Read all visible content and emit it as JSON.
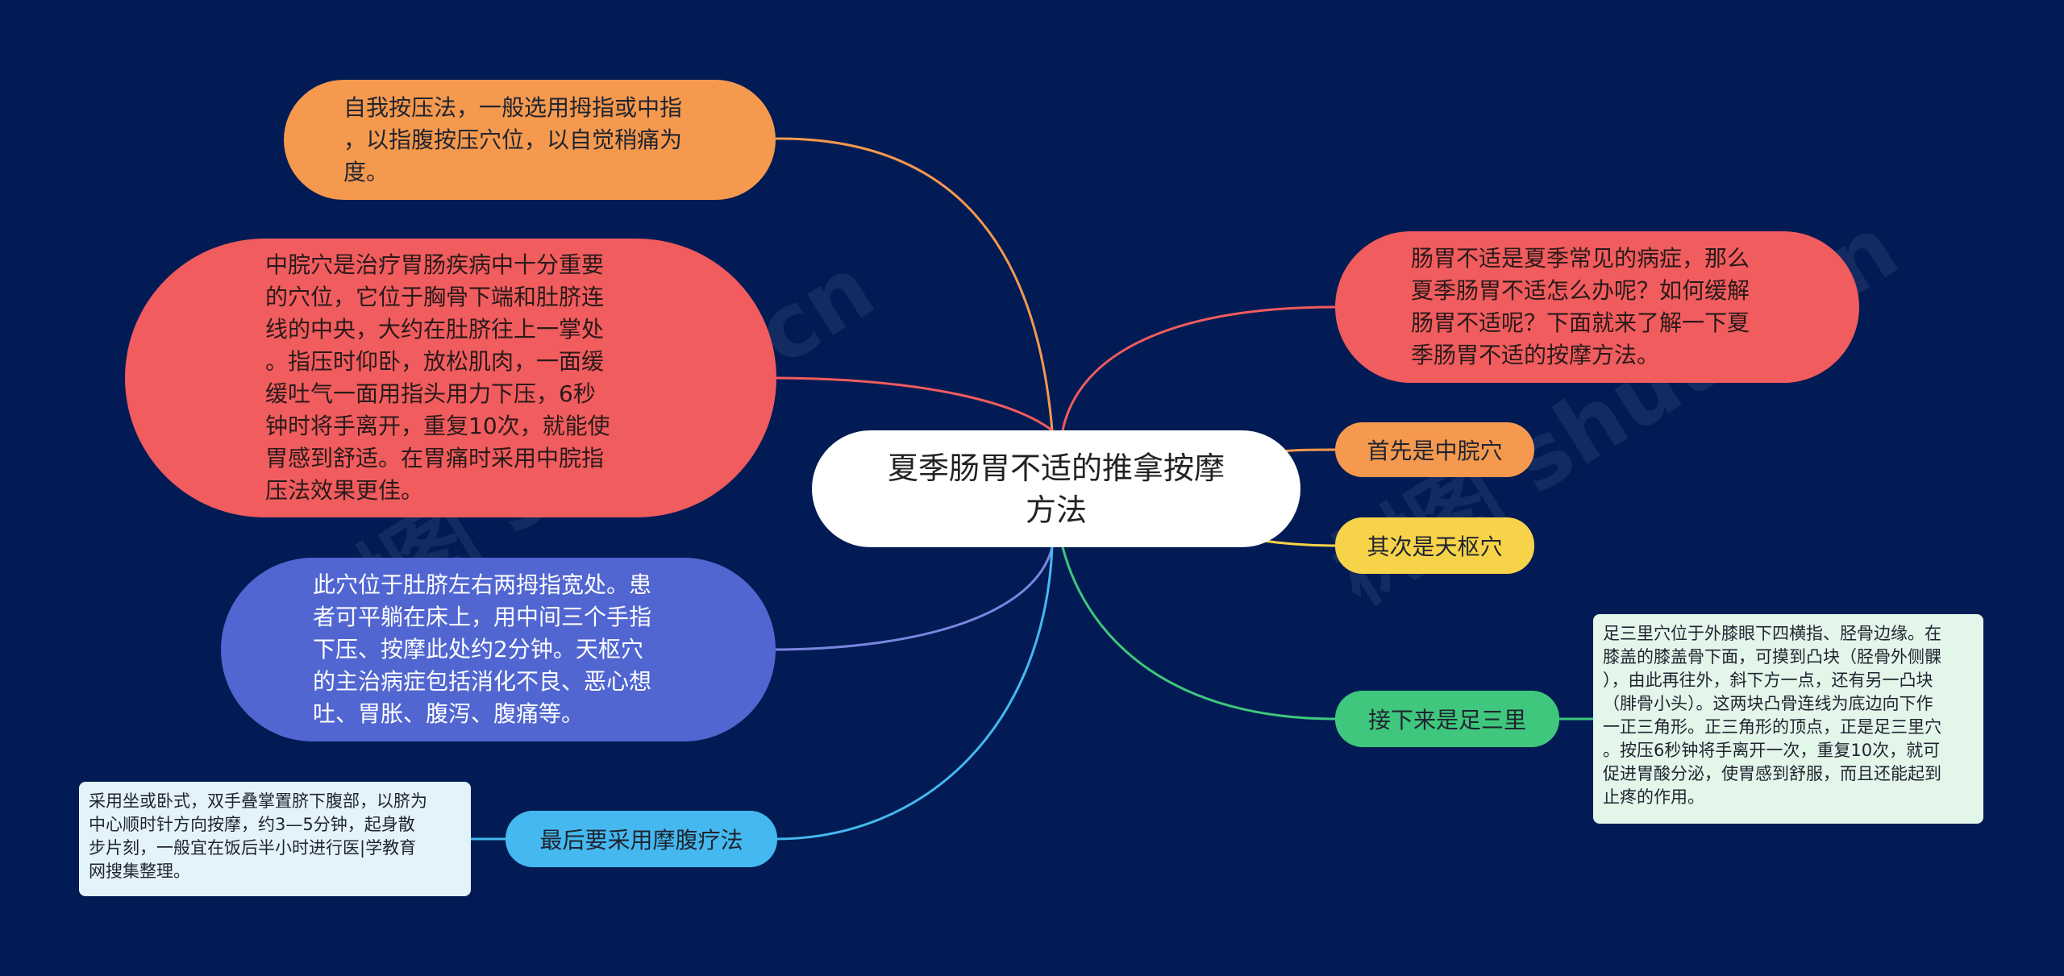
{
  "center": {
    "title": "夏季肠胃不适的推拿按摩\n方法"
  },
  "nodes": {
    "left1": "自我按压法，一般选用拇指或中指\n，以指腹按压穴位，以自觉稍痛为\n度。",
    "left2": "中脘穴是治疗胃肠疾病中十分重要\n的穴位，它位于胸骨下端和肚脐连\n线的中央，大约在肚脐往上一掌处\n。指压时仰卧，放松肌肉，一面缓\n缓吐气一面用指头用力下压，6秒\n钟时将手离开，重复10次，就能使\n胃感到舒适。在胃痛时采用中脘指\n压法效果更佳。",
    "left3": "此穴位于肚脐左右两拇指宽处。患\n者可平躺在床上，用中间三个手指\n下压、按摩此处约2分钟。天枢穴\n的主治病症包括消化不良、恶心想\n吐、胃胀、腹泻、腹痛等。",
    "right1": "肠胃不适是夏季常见的病症，那么\n夏季肠胃不适怎么办呢？如何缓解\n肠胃不适呢？下面就来了解一下夏\n季肠胃不适的按摩方法。",
    "pill1": "首先是中脘穴",
    "pill2": "其次是天枢穴",
    "pill3": "接下来是足三里",
    "pill4": "最后要采用摩腹疗法",
    "note1": "足三里穴位于外膝眼下四横指、胫骨边缘。在\n膝盖的膝盖骨下面，可摸到凸块（胫骨外侧髁\n），由此再往外，斜下方一点，还有另一凸块\n（腓骨小头）。这两块凸骨连线为底边向下作\n一正三角形。正三角形的顶点，正是足三里穴\n。按压6秒钟将手离开一次，重复10次，就可\n促进胃酸分泌，使胃感到舒服，而且还能起到\n止疼的作用。",
    "note2": "采用坐或卧式，双手叠掌置脐下腹部，以脐为\n中心顺时针方向按摩，约3—5分钟，起身散\n步片刻，一般宜在饭后半小时进行医|学教育\n网搜集整理。"
  },
  "colors": {
    "background": "#021b54",
    "orange": "#f5994e",
    "red": "#f15c5e",
    "blue": "#5166d1",
    "yellow": "#f6d348",
    "green": "#3fc77d",
    "sky": "#45b9ef"
  }
}
